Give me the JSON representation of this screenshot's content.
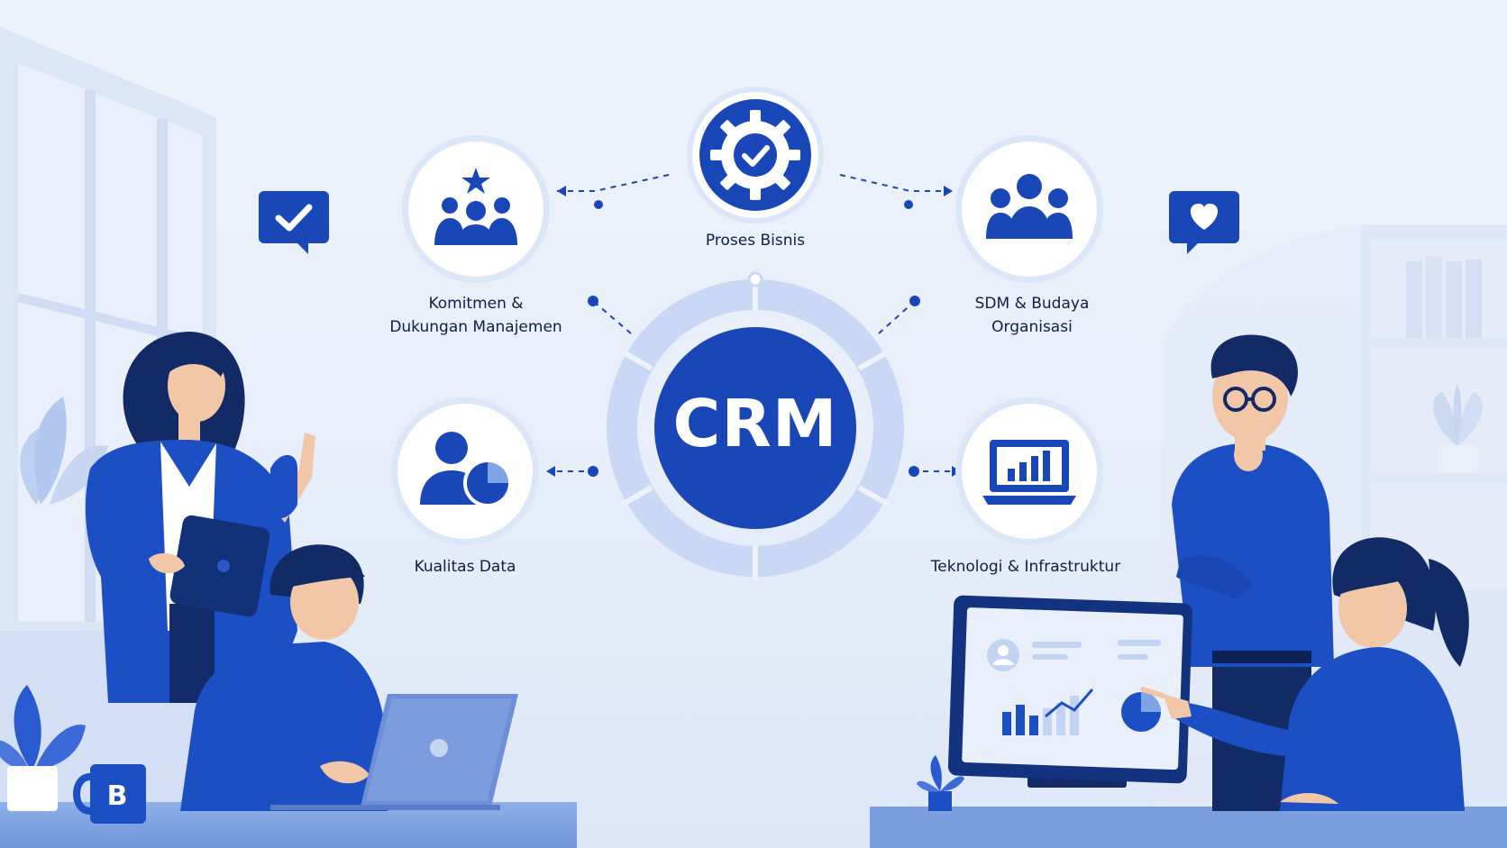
{
  "center": {
    "label": "CRM"
  },
  "nodes": [
    {
      "id": "proses",
      "label": "Proses Bisnis",
      "icon": "gear-check-icon"
    },
    {
      "id": "komitmen",
      "label_lines": [
        "Komitmen &",
        "Dukungan Manajemen"
      ],
      "icon": "team-star-icon"
    },
    {
      "id": "sdm",
      "label_lines": [
        "SDM & Budaya",
        "Organisasi"
      ],
      "icon": "people-group-icon"
    },
    {
      "id": "kualitas",
      "label": "Kualitas Data",
      "icon": "user-pie-chart-icon"
    },
    {
      "id": "teknologi",
      "label": "Teknologi & Infrastruktur",
      "icon": "laptop-bar-chart-icon"
    }
  ],
  "decor": {
    "mug_letter": "B",
    "bubble_left_icon": "checkmark-icon",
    "bubble_right_icon": "heart-icon"
  },
  "colors": {
    "primary": "#1a47b8",
    "dark": "#0f2a7a",
    "ring": "#c9d9f5",
    "light": "#e6eefb",
    "text": "#0f1e45"
  }
}
